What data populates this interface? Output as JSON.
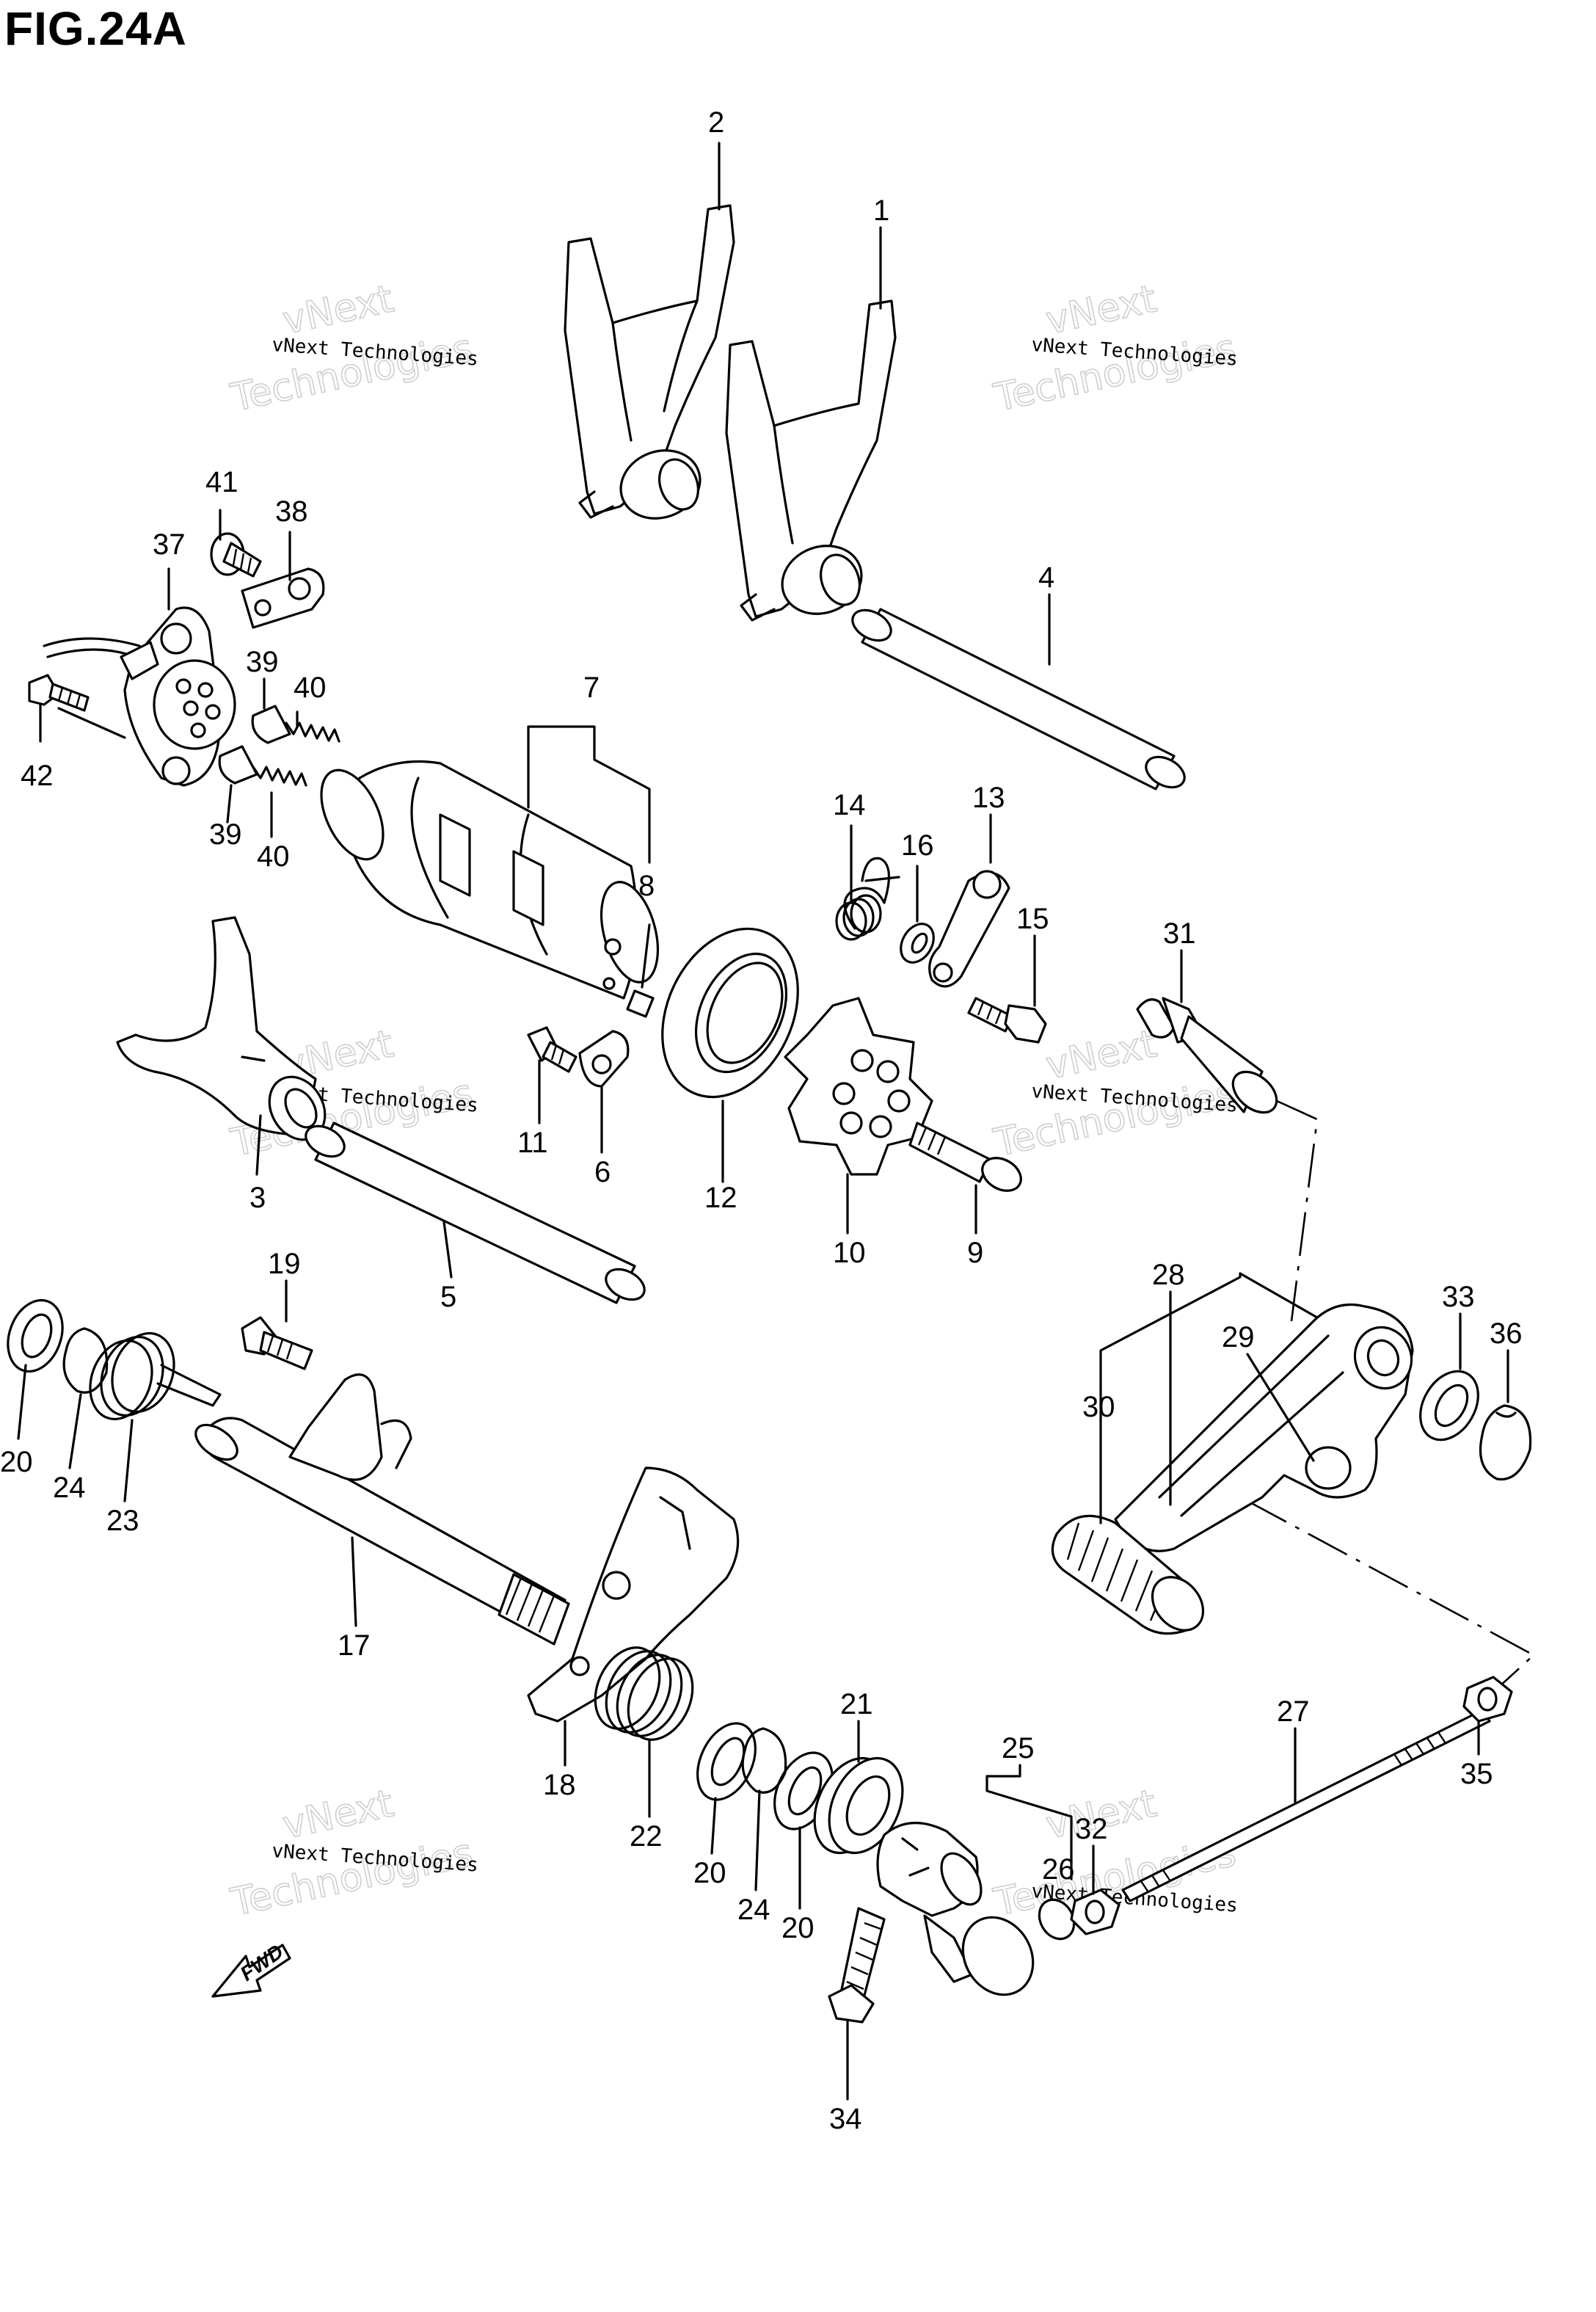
{
  "figure": {
    "title": "FIG.24A"
  },
  "watermark": {
    "small": "vNext Technologies",
    "big_top": "vNext",
    "big_bottom": "Technologies"
  },
  "arrow": {
    "label": "FWD"
  },
  "callouts": {
    "c1": "1",
    "c2": "2",
    "c3": "3",
    "c4": "4",
    "c5": "5",
    "c6": "6",
    "c7": "7",
    "c8": "8",
    "c9": "9",
    "c10": "10",
    "c11": "11",
    "c12": "12",
    "c13": "13",
    "c14": "14",
    "c15": "15",
    "c16": "16",
    "c17": "17",
    "c18": "18",
    "c19": "19",
    "c20a": "20",
    "c20b": "20",
    "c20c": "20",
    "c21": "21",
    "c22": "22",
    "c23": "23",
    "c24a": "24",
    "c24b": "24",
    "c25": "25",
    "c26": "26",
    "c27": "27",
    "c28": "28",
    "c29": "29",
    "c30": "30",
    "c31": "31",
    "c32": "32",
    "c33": "33",
    "c34": "34",
    "c35": "35",
    "c36": "36",
    "c37": "37",
    "c38": "38",
    "c39a": "39",
    "c39b": "39",
    "c40a": "40",
    "c40b": "40",
    "c41": "41",
    "c42": "42"
  }
}
